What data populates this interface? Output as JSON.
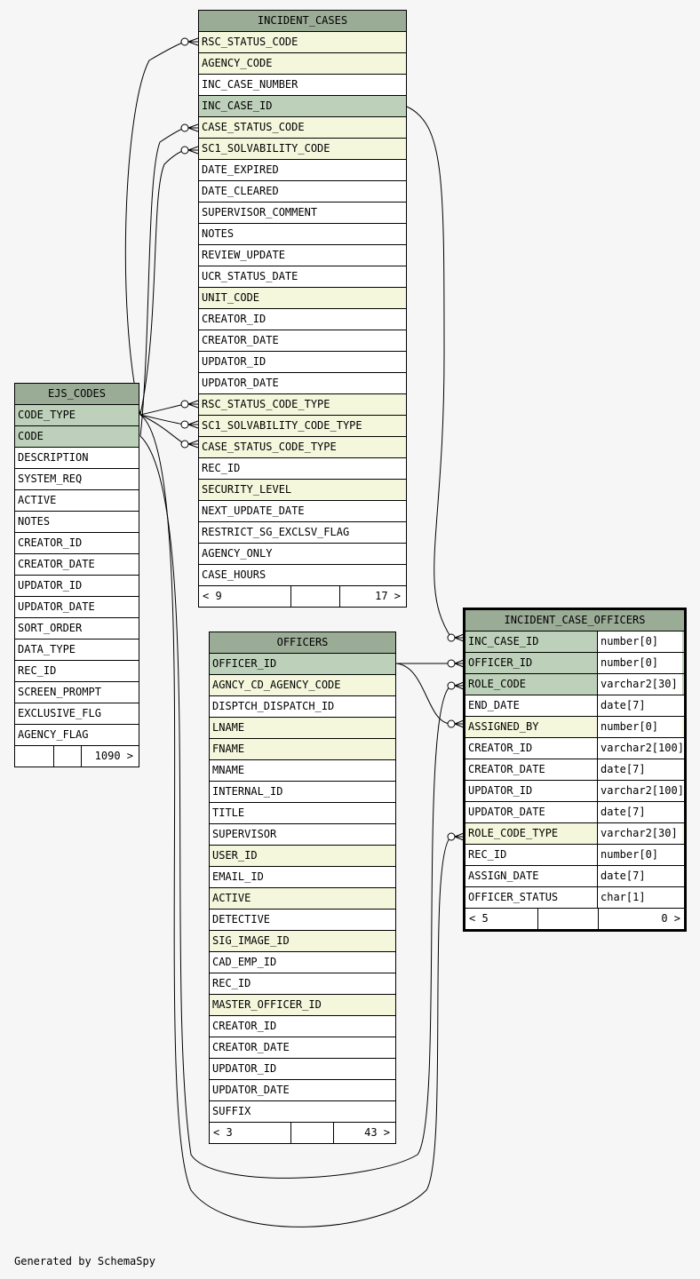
{
  "tables": {
    "incident_cases": {
      "name": "INCIDENT_CASES",
      "columns": [
        {
          "name": "RSC_STATUS_CODE",
          "kind": "fk"
        },
        {
          "name": "AGENCY_CODE",
          "kind": "fk"
        },
        {
          "name": "INC_CASE_NUMBER",
          "kind": ""
        },
        {
          "name": "INC_CASE_ID",
          "kind": "pk"
        },
        {
          "name": "CASE_STATUS_CODE",
          "kind": "fk"
        },
        {
          "name": "SC1_SOLVABILITY_CODE",
          "kind": "fk"
        },
        {
          "name": "DATE_EXPIRED",
          "kind": ""
        },
        {
          "name": "DATE_CLEARED",
          "kind": ""
        },
        {
          "name": "SUPERVISOR_COMMENT",
          "kind": ""
        },
        {
          "name": "NOTES",
          "kind": ""
        },
        {
          "name": "REVIEW_UPDATE",
          "kind": ""
        },
        {
          "name": "UCR_STATUS_DATE",
          "kind": ""
        },
        {
          "name": "UNIT_CODE",
          "kind": "fk"
        },
        {
          "name": "CREATOR_ID",
          "kind": ""
        },
        {
          "name": "CREATOR_DATE",
          "kind": ""
        },
        {
          "name": "UPDATOR_ID",
          "kind": ""
        },
        {
          "name": "UPDATOR_DATE",
          "kind": ""
        },
        {
          "name": "RSC_STATUS_CODE_TYPE",
          "kind": "fk"
        },
        {
          "name": "SC1_SOLVABILITY_CODE_TYPE",
          "kind": "fk"
        },
        {
          "name": "CASE_STATUS_CODE_TYPE",
          "kind": "fk"
        },
        {
          "name": "REC_ID",
          "kind": ""
        },
        {
          "name": "SECURITY_LEVEL",
          "kind": "fk"
        },
        {
          "name": "NEXT_UPDATE_DATE",
          "kind": ""
        },
        {
          "name": "RESTRICT_SG_EXCLSV_FLAG",
          "kind": ""
        },
        {
          "name": "AGENCY_ONLY",
          "kind": ""
        },
        {
          "name": "CASE_HOURS",
          "kind": ""
        }
      ],
      "footer": {
        "parents": "< 9",
        "rows": "",
        "children": "17 >"
      }
    },
    "ejs_codes": {
      "name": "EJS_CODES",
      "columns": [
        {
          "name": "CODE_TYPE",
          "kind": "pk"
        },
        {
          "name": "CODE",
          "kind": "pk"
        },
        {
          "name": "DESCRIPTION",
          "kind": ""
        },
        {
          "name": "SYSTEM_REQ",
          "kind": ""
        },
        {
          "name": "ACTIVE",
          "kind": ""
        },
        {
          "name": "NOTES",
          "kind": ""
        },
        {
          "name": "CREATOR_ID",
          "kind": ""
        },
        {
          "name": "CREATOR_DATE",
          "kind": ""
        },
        {
          "name": "UPDATOR_ID",
          "kind": ""
        },
        {
          "name": "UPDATOR_DATE",
          "kind": ""
        },
        {
          "name": "SORT_ORDER",
          "kind": ""
        },
        {
          "name": "DATA_TYPE",
          "kind": ""
        },
        {
          "name": "REC_ID",
          "kind": ""
        },
        {
          "name": "SCREEN_PROMPT",
          "kind": ""
        },
        {
          "name": "EXCLUSIVE_FLG",
          "kind": ""
        },
        {
          "name": "AGENCY_FLAG",
          "kind": ""
        }
      ],
      "footer": {
        "parents": "",
        "rows": "",
        "children": "1090 >"
      }
    },
    "officers": {
      "name": "OFFICERS",
      "columns": [
        {
          "name": "OFFICER_ID",
          "kind": "pk"
        },
        {
          "name": "AGNCY_CD_AGENCY_CODE",
          "kind": "fk"
        },
        {
          "name": "DISPTCH_DISPATCH_ID",
          "kind": ""
        },
        {
          "name": "LNAME",
          "kind": "fk"
        },
        {
          "name": "FNAME",
          "kind": "fk"
        },
        {
          "name": "MNAME",
          "kind": ""
        },
        {
          "name": "INTERNAL_ID",
          "kind": ""
        },
        {
          "name": "TITLE",
          "kind": ""
        },
        {
          "name": "SUPERVISOR",
          "kind": ""
        },
        {
          "name": "USER_ID",
          "kind": "fk"
        },
        {
          "name": "EMAIL_ID",
          "kind": ""
        },
        {
          "name": "ACTIVE",
          "kind": "fk"
        },
        {
          "name": "DETECTIVE",
          "kind": ""
        },
        {
          "name": "SIG_IMAGE_ID",
          "kind": "fk"
        },
        {
          "name": "CAD_EMP_ID",
          "kind": ""
        },
        {
          "name": "REC_ID",
          "kind": ""
        },
        {
          "name": "MASTER_OFFICER_ID",
          "kind": "fk"
        },
        {
          "name": "CREATOR_ID",
          "kind": ""
        },
        {
          "name": "CREATOR_DATE",
          "kind": ""
        },
        {
          "name": "UPDATOR_ID",
          "kind": ""
        },
        {
          "name": "UPDATOR_DATE",
          "kind": ""
        },
        {
          "name": "SUFFIX",
          "kind": ""
        }
      ],
      "footer": {
        "parents": "< 3",
        "rows": "",
        "children": "43 >"
      }
    },
    "incident_case_officers": {
      "name": "INCIDENT_CASE_OFFICERS",
      "columns": [
        {
          "name": "INC_CASE_ID",
          "type": "number[0]",
          "kind": "pk"
        },
        {
          "name": "OFFICER_ID",
          "type": "number[0]",
          "kind": "pk"
        },
        {
          "name": "ROLE_CODE",
          "type": "varchar2[30]",
          "kind": "pk"
        },
        {
          "name": "END_DATE",
          "type": "date[7]",
          "kind": ""
        },
        {
          "name": "ASSIGNED_BY",
          "type": "number[0]",
          "kind": "fk"
        },
        {
          "name": "CREATOR_ID",
          "type": "varchar2[100]",
          "kind": ""
        },
        {
          "name": "CREATOR_DATE",
          "type": "date[7]",
          "kind": ""
        },
        {
          "name": "UPDATOR_ID",
          "type": "varchar2[100]",
          "kind": ""
        },
        {
          "name": "UPDATOR_DATE",
          "type": "date[7]",
          "kind": ""
        },
        {
          "name": "ROLE_CODE_TYPE",
          "type": "varchar2[30]",
          "kind": "fk"
        },
        {
          "name": "REC_ID",
          "type": "number[0]",
          "kind": ""
        },
        {
          "name": "ASSIGN_DATE",
          "type": "date[7]",
          "kind": ""
        },
        {
          "name": "OFFICER_STATUS",
          "type": "char[1]",
          "kind": ""
        }
      ],
      "footer": {
        "parents": "< 5",
        "rows": "",
        "children": "0 >"
      }
    }
  },
  "colors": {
    "header": "#9aab96",
    "primary_key": "#bdd0b9",
    "foreign_key": "#f4f7dc",
    "background": "#f6f6f6"
  },
  "credit": "Generated by SchemaSpy"
}
